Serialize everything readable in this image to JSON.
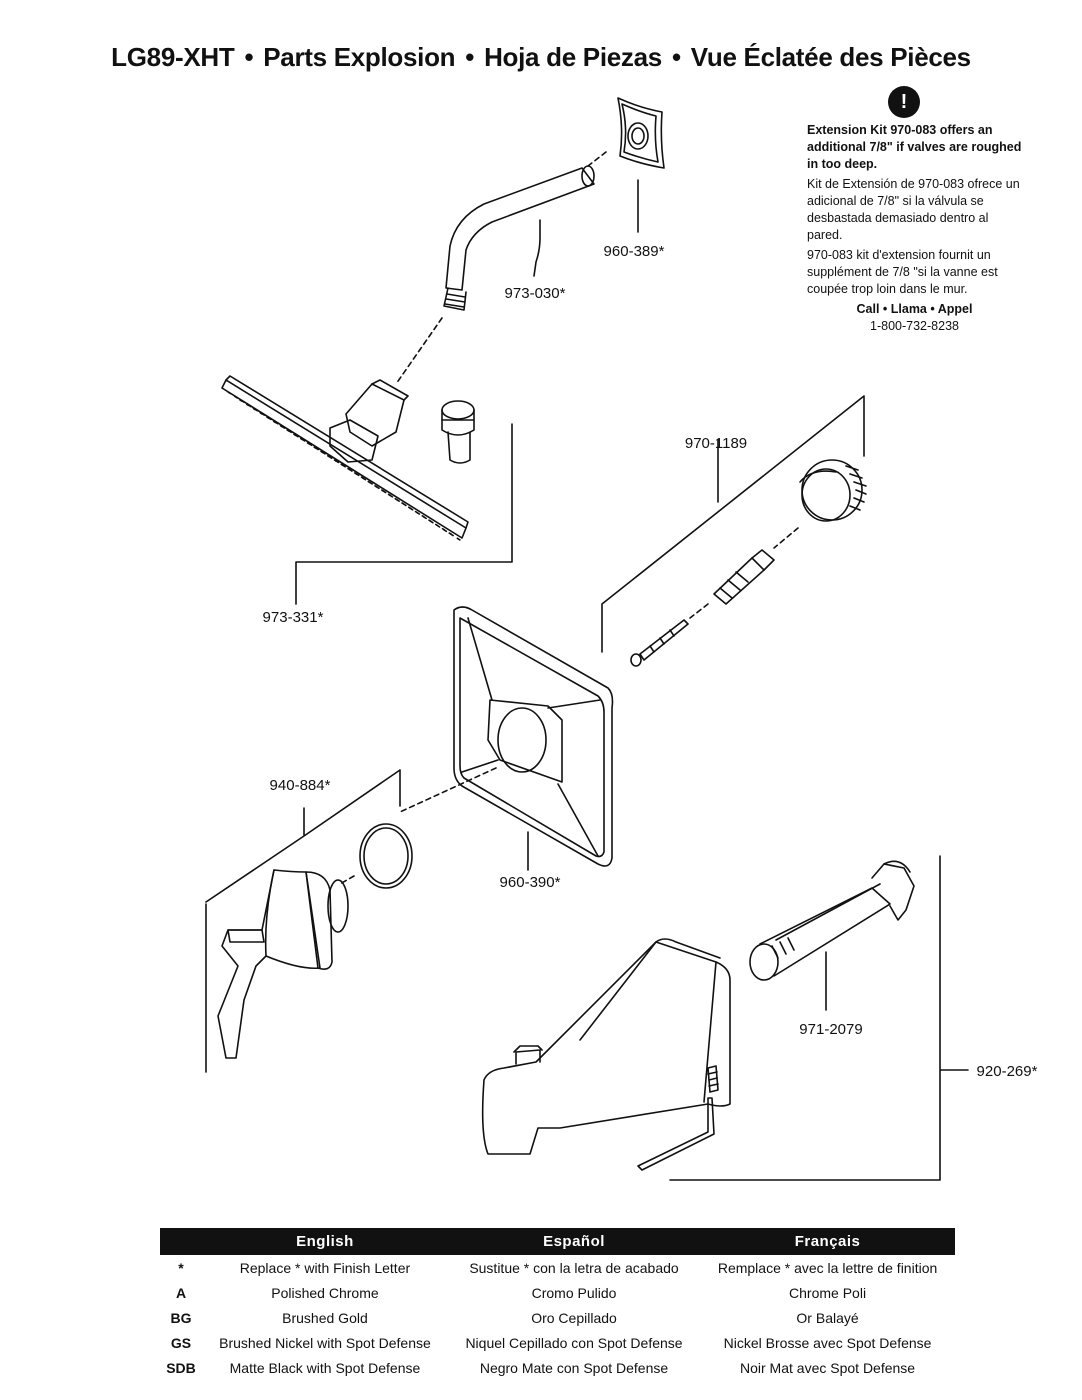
{
  "title": {
    "model": "LG89-XHT",
    "separator": "•",
    "en": "Parts Explosion",
    "es": "Hoja de Piezas",
    "fr": "Vue Éclatée des Pièces"
  },
  "note": {
    "icon": "!",
    "en": "Extension Kit 970-083 offers an additional 7/8\" if valves are roughed in too deep.",
    "es": "Kit de Extensión de 970-083 ofrece un adicional de 7/8\" si la válvula se desbastada demasiado dentro al pared.",
    "fr": "970-083 kit d'extension fournit un supplément de 7/8 \"si la vanne est coupée trop loin dans le mur.",
    "call": "Call • Llama • Appel",
    "phone": "1-800-732-8238"
  },
  "parts": {
    "p960_389": "960-389*",
    "p973_030": "973-030*",
    "p973_331": "973-331*",
    "p970_1189": "970-1189",
    "p940_884": "940-884*",
    "p960_390": "960-390*",
    "p971_2079": "971-2079",
    "p920_269": "920-269*"
  },
  "legend": {
    "headers": {
      "en": "English",
      "es": "Español",
      "fr": "Français"
    },
    "rows": [
      {
        "code": "*",
        "en": "Replace * with Finish Letter",
        "es": "Sustitue * con la letra de acabado",
        "fr": "Remplace * avec la lettre de finition"
      },
      {
        "code": "A",
        "en": "Polished Chrome",
        "es": "Cromo Pulido",
        "fr": "Chrome Poli"
      },
      {
        "code": "BG",
        "en": "Brushed Gold",
        "es": "Oro Cepillado",
        "fr": "Or Balayé"
      },
      {
        "code": "GS",
        "en": "Brushed Nickel with Spot Defense",
        "es": "Niquel Cepillado con Spot Defense",
        "fr": "Nickel Brosse avec Spot Defense"
      },
      {
        "code": "SDB",
        "en": "Matte Black with Spot Defense",
        "es": "Negro Mate con Spot Defense",
        "fr": "Noir Mat avec Spot Defense"
      }
    ]
  }
}
